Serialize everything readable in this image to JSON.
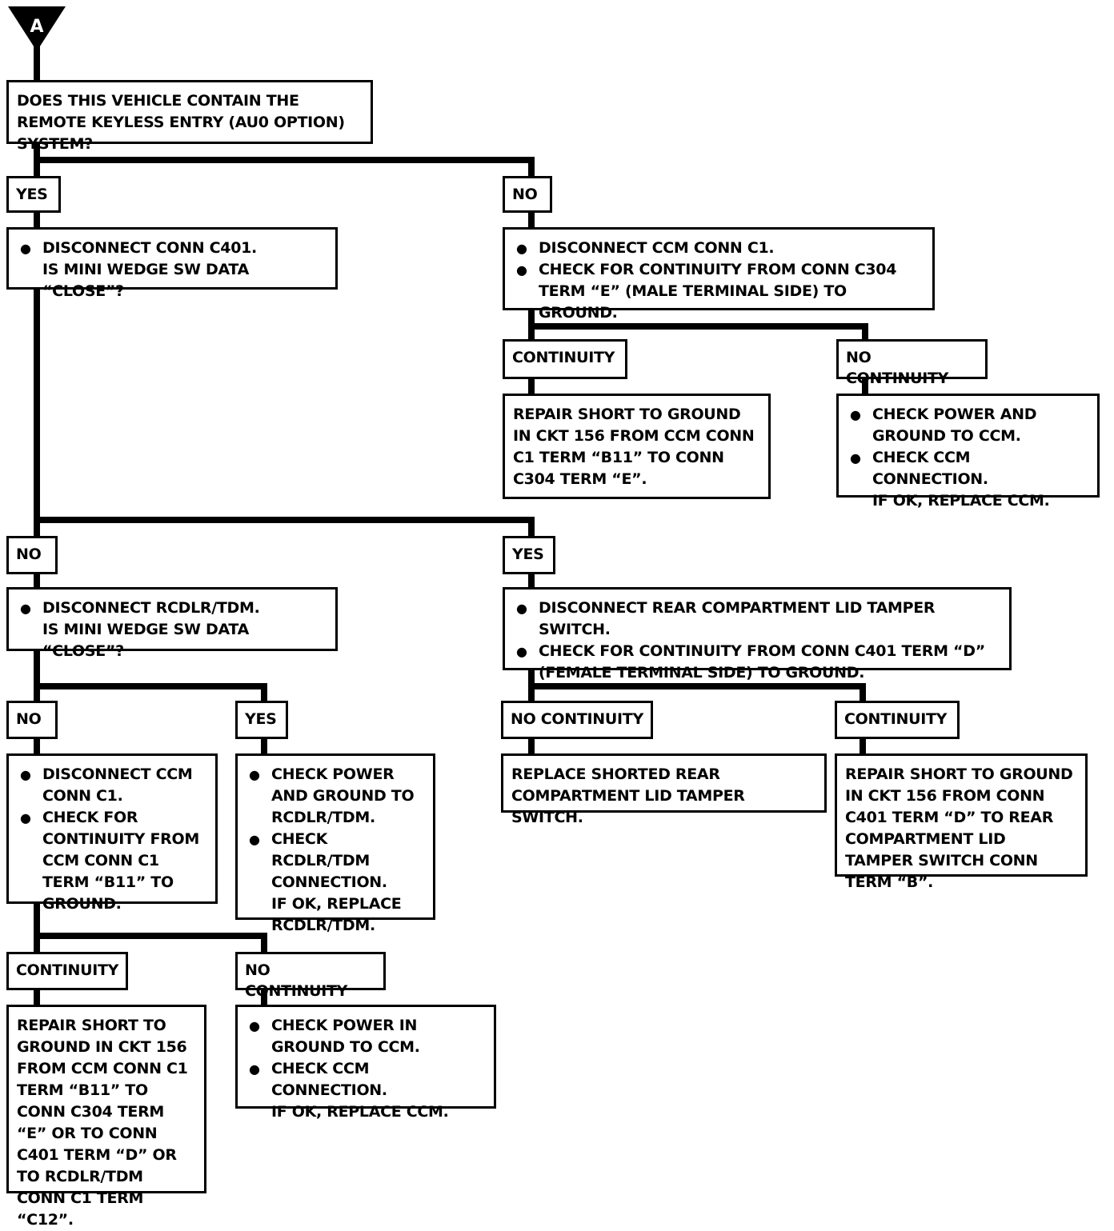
{
  "start_marker": "A",
  "q1": {
    "text": "DOES THIS VEHICLE CONTAIN THE REMOTE KEYLESS ENTRY (AU0 OPTION) SYSTEM?"
  },
  "yes1": "YES",
  "no1": "NO",
  "box_yes1": {
    "bullet": "DISCONNECT CONN C401.",
    "question": "IS MINI WEDGE SW DATA “CLOSE”?"
  },
  "box_no1": {
    "bullet1": "DISCONNECT CCM CONN C1.",
    "bullet2": "CHECK FOR CONTINUITY FROM CONN C304 TERM “E” (MALE TERMINAL SIDE) TO GROUND."
  },
  "cont_a": "CONTINUITY",
  "nocont_a": "NO CONTINUITY",
  "box_cont_a": "REPAIR SHORT TO GROUND IN CKT 156 FROM CCM CONN C1 TERM “B11” TO CONN C304 TERM “E”.",
  "box_nocont_a": {
    "bullet1": "CHECK POWER AND GROUND TO CCM.",
    "bullet2": "CHECK CCM CONNECTION.",
    "tail": "IF OK, REPLACE CCM."
  },
  "no2": "NO",
  "yes2": "YES",
  "box_no2": {
    "bullet": "DISCONNECT RCDLR/TDM.",
    "question": "IS MINI WEDGE SW DATA “CLOSE”?"
  },
  "box_yes2": {
    "bullet1": "DISCONNECT REAR COMPARTMENT LID TAMPER SWITCH.",
    "bullet2": "CHECK FOR CONTINUITY FROM CONN C401 TERM “D” (FEMALE TERMINAL SIDE) TO GROUND."
  },
  "no3": "NO",
  "yes3": "YES",
  "box_no3": {
    "bullet1": "DISCONNECT CCM CONN C1.",
    "bullet2": "CHECK FOR CONTINUITY FROM CCM CONN C1 TERM “B11” TO GROUND."
  },
  "box_yes3": {
    "bullet1": "CHECK POWER AND GROUND TO RCDLR/TDM.",
    "bullet2": "CHECK RCDLR/TDM CONNECTION.",
    "tail": "IF OK, REPLACE RCDLR/TDM."
  },
  "nocont_b": "NO CONTINUITY",
  "cont_b": "CONTINUITY",
  "box_nocont_b": "REPLACE SHORTED REAR COMPARTMENT LID TAMPER SWITCH.",
  "box_cont_b": "REPAIR SHORT TO GROUND IN CKT 156 FROM CONN C401 TERM “D” TO REAR COMPARTMENT LID TAMPER SWITCH CONN TERM “B”.",
  "cont_c": "CONTINUITY",
  "nocont_c": "NO CONTINUITY",
  "box_cont_c": "REPAIR SHORT TO GROUND IN CKT 156 FROM CCM CONN C1 TERM “B11” TO CONN C304 TERM “E” OR TO CONN C401 TERM “D” OR TO RCDLR/TDM CONN C1 TERM “C12”.",
  "box_nocont_c": {
    "bullet1": "CHECK POWER IN GROUND TO CCM.",
    "bullet2": "CHECK CCM CONNECTION.",
    "tail": "IF OK, REPLACE CCM."
  }
}
